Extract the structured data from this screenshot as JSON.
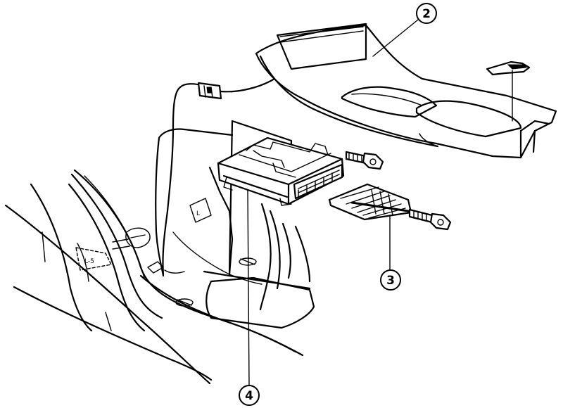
{
  "diagram": {
    "callouts": [
      {
        "id": "2",
        "label": "2"
      },
      {
        "id": "3",
        "label": "3"
      },
      {
        "id": "4",
        "label": "4"
      }
    ],
    "stamped_marks": {
      "floor_mark": "L-5",
      "bracket_mark": "L"
    }
  }
}
